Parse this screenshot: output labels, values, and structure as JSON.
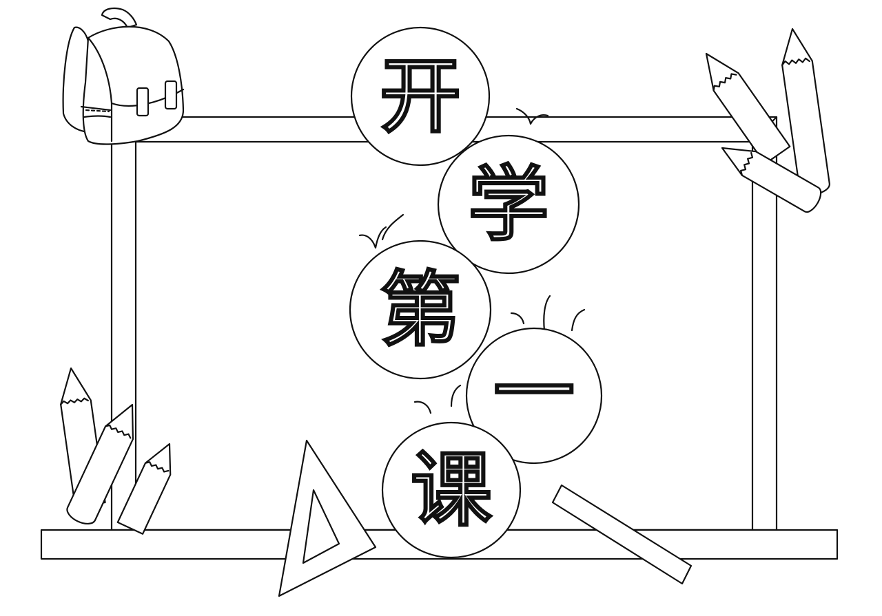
{
  "title": {
    "characters": [
      "开",
      "学",
      "第",
      "一",
      "课"
    ],
    "full_text": "开学第一课"
  },
  "colors": {
    "line": "#111111",
    "background": "#ffffff"
  },
  "decorations": {
    "top_left": "backpack",
    "top_right": "three-pencils",
    "bottom_left": "three-pencils",
    "bottom_center": "set-square-triangle",
    "bottom_right": "ruler",
    "sprouts": "seedling-sprouts"
  }
}
